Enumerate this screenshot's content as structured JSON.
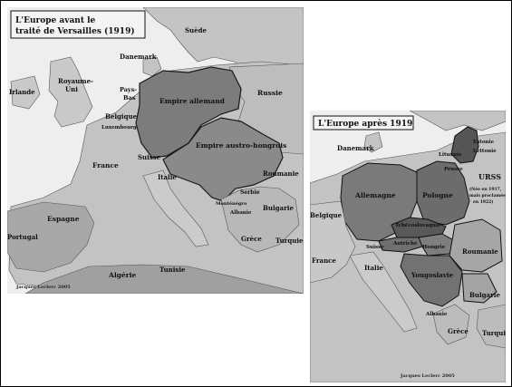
{
  "map1": {
    "title_line1": "L'Europe avant le",
    "title_line2": "traité de Versailles (1919)",
    "credit": "Jacques Leclerc 2005",
    "labels": {
      "suede": "Suède",
      "danemark": "Danemark",
      "irlande": "Irlande",
      "royaume_uni_1": "Royaume-",
      "royaume_uni_2": "Uni",
      "pays_bas_1": "Pays-",
      "pays_bas_2": "Bas",
      "belgique": "Belgique",
      "luxembourg": "Luxembourg",
      "empire_allemand": "Empire allemand",
      "russie": "Russie",
      "empire_austro_hongrois": "Empire austro-hongrois",
      "france": "France",
      "suisse": "Suisse",
      "italie": "Italie",
      "roumanie": "Roumanie",
      "serbie": "Serbie",
      "montenegro": "Monténégro",
      "albanie": "Albanie",
      "bulgarie": "Bulgarie",
      "espagne": "Espagne",
      "portugal": "Portugal",
      "grece": "Grèce",
      "turquie": "Turquie",
      "algerie": "Algérie",
      "tunisie": "Tunisie"
    }
  },
  "map2": {
    "title": "L'Europe après 1919",
    "credit": "Jacques Leclerc 2005",
    "labels": {
      "danemark": "Danemark",
      "lituanie": "Lituanie",
      "estonie": "Estonie",
      "lettonie": "Lettonie",
      "prusse": "Prusse",
      "urss": "URSS",
      "urss_note_1": "(Née en 1917,",
      "urss_note_2": "mais proclamée",
      "urss_note_3": "en 1922)",
      "allemagne": "Allemagne",
      "pologne": "Pologne",
      "belgique": "Belgique",
      "tchecoslovaquie": "Tchécoslovaquie",
      "autriche": "Autriche",
      "hongrie": "Hongrie",
      "suisse": "Suisse",
      "france": "France",
      "roumanie": "Roumanie",
      "italie": "Italie",
      "yougoslavie": "Yougoslavie",
      "bulgarie": "Bulgarie",
      "albanie": "Albanie",
      "grece": "Grèce",
      "turquie": "Turquie"
    }
  },
  "colors": {
    "sea": "#f2f2f2",
    "land": "#c8c8c8",
    "land_light": "#b9b9b9",
    "empire": "#7d7d7d",
    "border": "#222222"
  }
}
